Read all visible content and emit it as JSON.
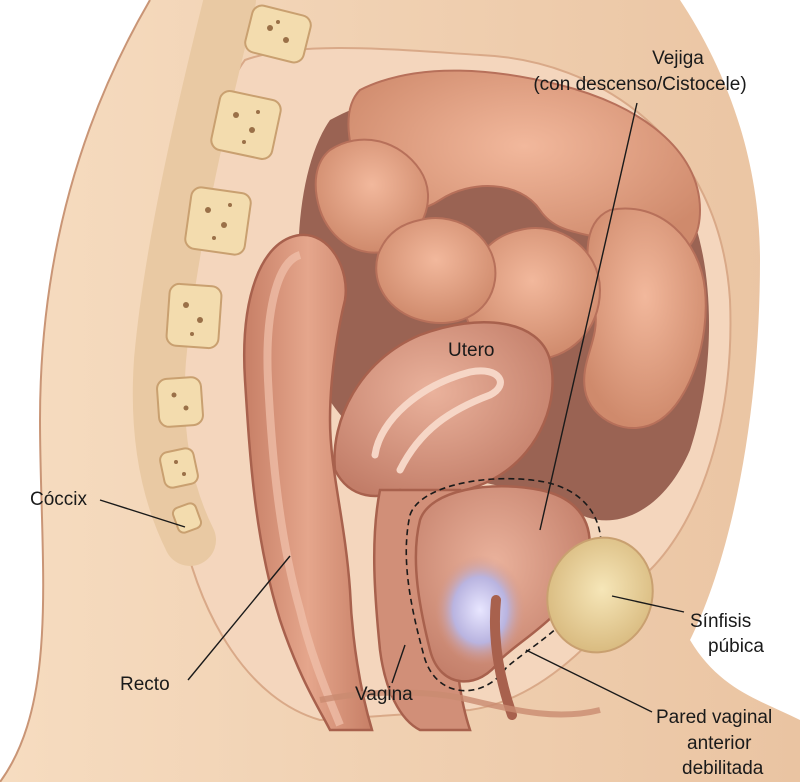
{
  "labels": {
    "vejiga_line1": "Vejiga",
    "vejiga_line2": "(con descenso/Cistocele)",
    "utero": "Utero",
    "coccix": "Cóccix",
    "recto": "Recto",
    "vagina": "Vagina",
    "sinfisis_line1": "Sínfisis",
    "sinfisis_line2": "púbica",
    "pared_line1": "Pared vaginal",
    "pared_line2": "anterior",
    "pared_line3": "debilitada"
  },
  "colors": {
    "skin": "#f0cfae",
    "skin_dark": "#d9a988",
    "bone": "#f3dcae",
    "bone_spots": "#9a7048",
    "intestine": "#e3a083",
    "intestine_dark": "#c57c62",
    "organ": "#dc9a84",
    "organ_dark": "#b5705d",
    "cavity": "#8e5a4b",
    "pubic": "#f0d9a0",
    "bladder_glow": "#c9c6e8"
  }
}
